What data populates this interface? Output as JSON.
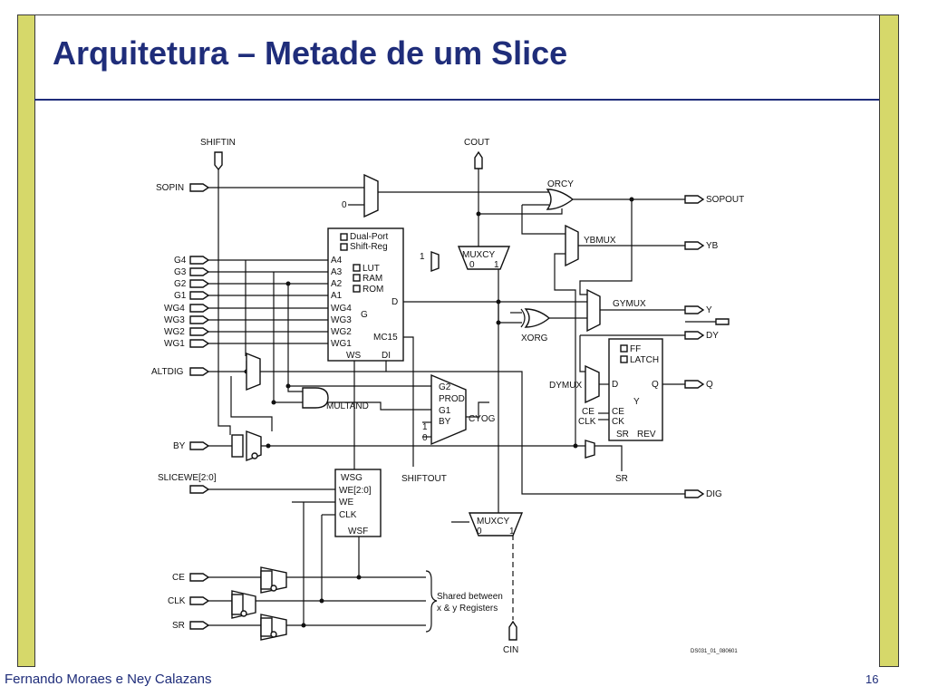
{
  "slide": {
    "title": "Arquitetura – Metade de um Slice",
    "author": "Fernando Moraes e Ney Calazans",
    "page_number": "16",
    "accent_color": "#d6d86a",
    "title_color": "#1f2d7a"
  },
  "diagram": {
    "inputs": {
      "shiftin": "SHIFTIN",
      "sopin": "SOPIN",
      "g4": "G4",
      "g3": "G3",
      "g2": "G2",
      "g1": "G1",
      "wg4": "WG4",
      "wg3": "WG3",
      "wg2": "WG2",
      "wg1": "WG1",
      "altdig": "ALTDIG",
      "by": "BY",
      "slicewe": "SLICEWE[2:0]",
      "ce": "CE",
      "clk": "CLK",
      "sr": "SR",
      "cin": "CIN"
    },
    "outputs": {
      "cout": "COUT",
      "sopout": "SOPOUT",
      "yb": "YB",
      "y": "Y",
      "dy": "DY",
      "q": "Q",
      "dig": "DIG",
      "shiftout": "SHIFTOUT"
    },
    "lut": {
      "dual_port": "Dual-Port",
      "shift_reg": "Shift-Reg",
      "a4": "A4",
      "a3": "A3",
      "a2": "A2",
      "a1": "A1",
      "wg4": "WG4",
      "wg3": "WG3",
      "wg2": "WG2",
      "wg1": "WG1",
      "lut_opt": "LUT",
      "ram_opt": "RAM",
      "rom_opt": "ROM",
      "g": "G",
      "d": "D",
      "mc15": "MC15",
      "ws": "WS",
      "di": "DI"
    },
    "ff": {
      "ff_opt": "FF",
      "latch_opt": "LATCH",
      "d": "D",
      "q": "Q",
      "y": "Y",
      "ce": "CE",
      "ck": "CK",
      "sr": "SR",
      "rev": "REV"
    },
    "wsg": {
      "wsg": "WSG",
      "we": "WE[2:0]",
      "we1": "WE",
      "clk": "CLK",
      "wsf": "WSF"
    },
    "cyog": {
      "g2": "G2",
      "prod": "PROD",
      "g1": "G1",
      "by": "BY",
      "name": "CYOG",
      "one": "1",
      "zero": "0"
    },
    "blocks": {
      "orcy": "ORCY",
      "ybmux": "YBMUX",
      "gymux": "GYMUX",
      "xorg": "XORG",
      "dymux": "DYMUX",
      "multand": "MULTAND",
      "muxcy_top": "MUXCY",
      "muxcy_top_0": "0",
      "muxcy_top_1": "1",
      "muxcy_top_const": "1",
      "muxcy_bottom": "MUXCY",
      "muxcy_bottom_0": "0",
      "muxcy_bottom_1": "1",
      "sopin_mux_const": "0",
      "ce_label": "CE",
      "clk_label": "CLK",
      "sr_label": "SR"
    },
    "notes": {
      "shared_line1": "Shared between",
      "shared_line2": "x & y Registers",
      "code": "DS031_01_080601"
    }
  }
}
